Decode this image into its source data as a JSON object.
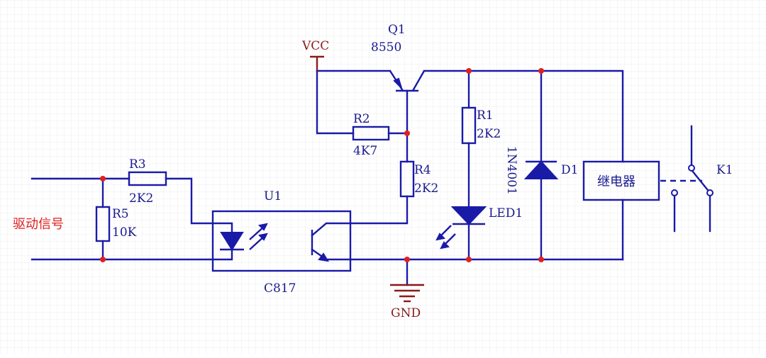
{
  "colors": {
    "wire": "#1a1aa8",
    "junction": "#e02020",
    "power_label": "#8b1a1a",
    "signal_label": "#e02020",
    "grid": "#e6e6e6"
  },
  "labels": {
    "input_signal": "驱动信号",
    "vcc": "VCC",
    "gnd": "GND",
    "q1_ref": "Q1",
    "q1_value": "8550",
    "r1_ref": "R1",
    "r1_value": "2K2",
    "r2_ref": "R2",
    "r2_value": "4K7",
    "r3_ref": "R3",
    "r3_value": "2K2",
    "r4_ref": "R4",
    "r4_value": "2K2",
    "r5_ref": "R5",
    "r5_value": "10K",
    "u1_ref": "U1",
    "u1_value": "C817",
    "led1_ref": "LED1",
    "d1_ref": "D1",
    "d1_value": "1N4001",
    "relay_coil": "继电器",
    "k1_ref": "K1"
  },
  "icons": {
    "resistor": "resistor-icon",
    "pnp_transistor": "pnp-transistor-icon",
    "optocoupler": "optocoupler-icon",
    "led": "led-icon",
    "diode": "diode-icon",
    "relay": "relay-coil-icon",
    "switch": "relay-switch-icon",
    "ground": "ground-icon",
    "vcc": "vcc-icon"
  }
}
